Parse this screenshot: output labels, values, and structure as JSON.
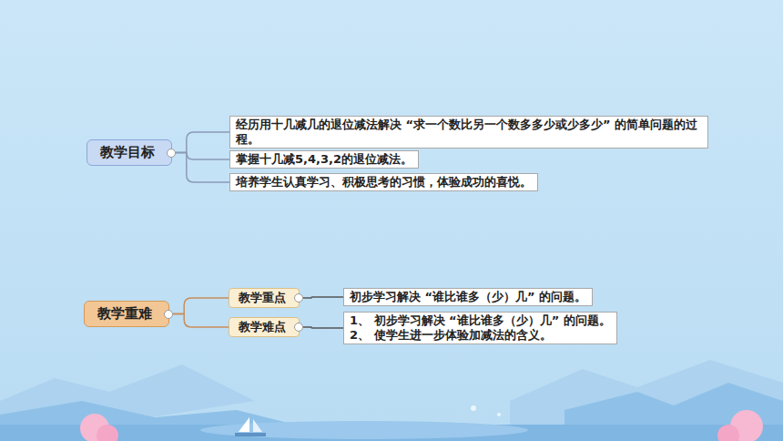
{
  "diagram": {
    "nodes": [
      {
        "text": [
          "教学目标"
        ]
      },
      {
        "text": [
          "经历用十几减几的退位减法解决 “求一个数比另一个数多多少或少多少” 的简单问题的过程。"
        ]
      },
      {
        "text": [
          "掌握十几减5,4,3,2的退位减法。"
        ]
      },
      {
        "text": [
          "培养学生认真学习、积极思考的习惯，体验成功的喜悦。"
        ]
      },
      {
        "text": [
          "教学重难"
        ]
      },
      {
        "text": [
          "教学重点"
        ]
      },
      {
        "text": [
          "初步学习解决 “谁比谁多（少）几” 的问题。"
        ]
      },
      {
        "text": [
          "教学难点"
        ]
      },
      {
        "text": [
          "1、 初步学习解决 “谁比谁多（少）几” 的问题。",
          "2、 使学生进一步体验加减法的含义。"
        ]
      }
    ],
    "edges": [
      {
        "from": 0,
        "to": 1,
        "arrow": "none"
      },
      {
        "from": 0,
        "to": 2,
        "arrow": "none"
      },
      {
        "from": 0,
        "to": 3,
        "arrow": "none"
      },
      {
        "from": 4,
        "to": 5,
        "arrow": "none"
      },
      {
        "from": 4,
        "to": 7,
        "arrow": "none"
      },
      {
        "from": 5,
        "to": 6,
        "arrow": "none"
      },
      {
        "from": 7,
        "to": 8,
        "arrow": "none"
      }
    ]
  }
}
